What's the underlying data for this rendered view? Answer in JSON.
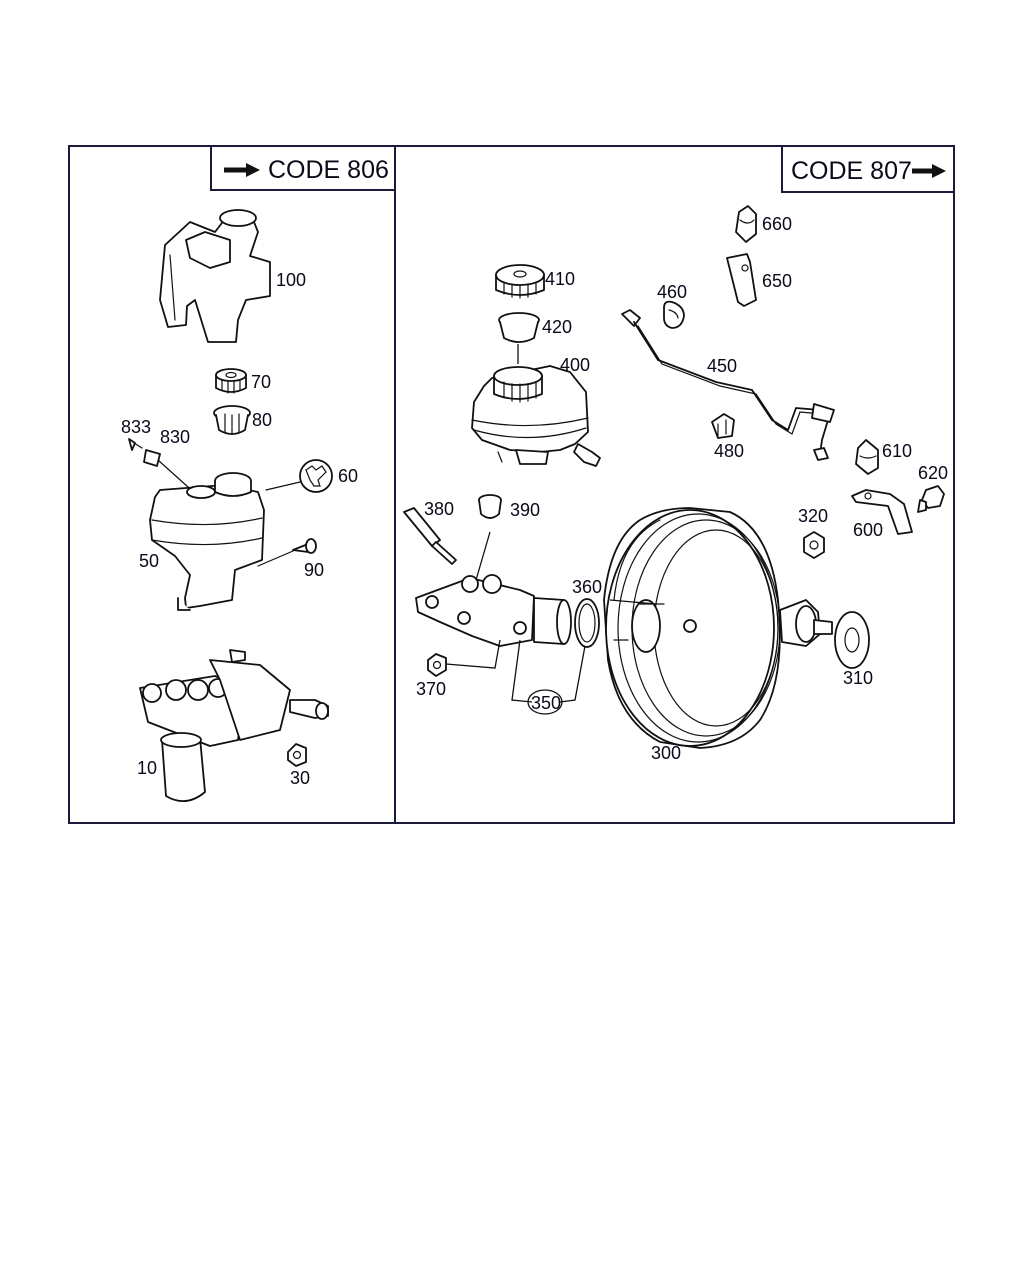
{
  "panel_left": {
    "code_label": "CODE 806",
    "parts": {
      "p100": "100",
      "p70": "70",
      "p80": "80",
      "p833": "833",
      "p830": "830",
      "p60": "60",
      "p50": "50",
      "p90": "90",
      "p10": "10",
      "p30": "30"
    }
  },
  "panel_right": {
    "code_label": "CODE 807",
    "parts": {
      "p660": "660",
      "p650": "650",
      "p410": "410",
      "p420": "420",
      "p460": "460",
      "p400": "400",
      "p450": "450",
      "p480": "480",
      "p610": "610",
      "p620": "620",
      "p600": "600",
      "p320": "320",
      "p380": "380",
      "p390": "390",
      "p360": "360",
      "p370": "370",
      "p350": "350",
      "p300": "300",
      "p310": "310"
    }
  },
  "colors": {
    "line": "#111111",
    "text": "#0a0a1a",
    "frame": "#1a1a3a",
    "background": "#ffffff"
  }
}
